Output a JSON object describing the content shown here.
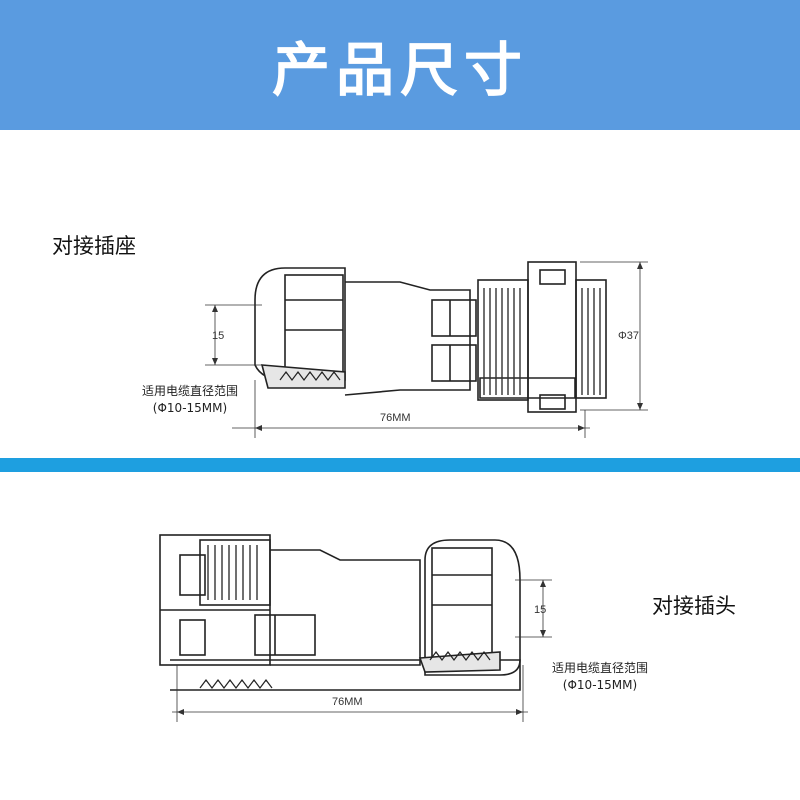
{
  "banner": {
    "title": "产品尺寸",
    "bg_color": "#5a9be0"
  },
  "divider": {
    "color": "#1e9fe0"
  },
  "socket": {
    "label": "对接插座",
    "dim_cable": "15",
    "dim_length": "76MM",
    "dim_diameter": "Φ37",
    "note_line1": "适用电缆直径范围",
    "note_line2": "(Φ10-15MM)"
  },
  "plug": {
    "label": "对接插头",
    "dim_cable": "15",
    "dim_length": "76MM",
    "note_line1": "适用电缆直径范围",
    "note_line2": "(Φ10-15MM)"
  }
}
